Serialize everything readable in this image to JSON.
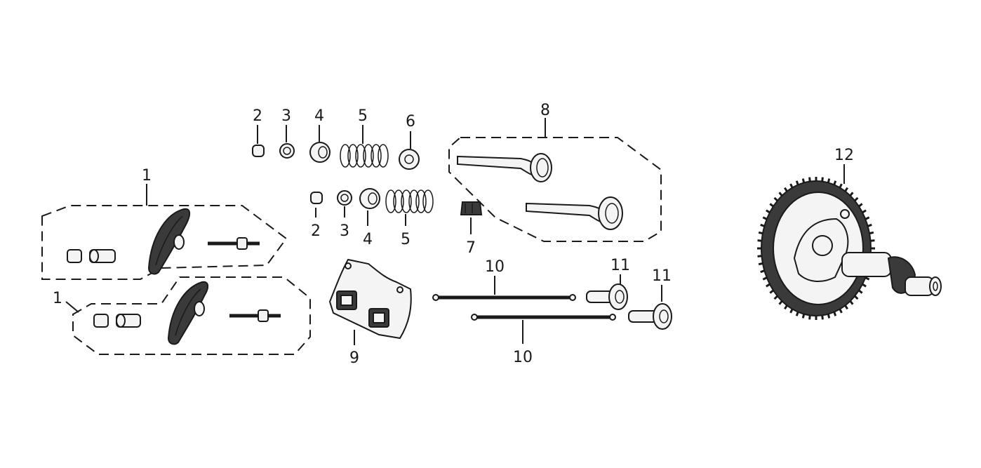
{
  "diagram": {
    "callouts": {
      "rocker_upper": "1",
      "rocker_lower": "1",
      "collet_top": "2",
      "collet_bottom": "2",
      "rotator_top": "3",
      "rotator_bottom": "3",
      "retainer_top": "4",
      "retainer_bottom": "4",
      "spring_top": "5",
      "spring_bottom": "5",
      "seat": "6",
      "seal": "7",
      "valves": "8",
      "guide_plate": "9",
      "pushrod_upper": "10",
      "pushrod_lower": "10",
      "tappet_upper": "11",
      "tappet_lower": "11",
      "camshaft": "12"
    }
  }
}
